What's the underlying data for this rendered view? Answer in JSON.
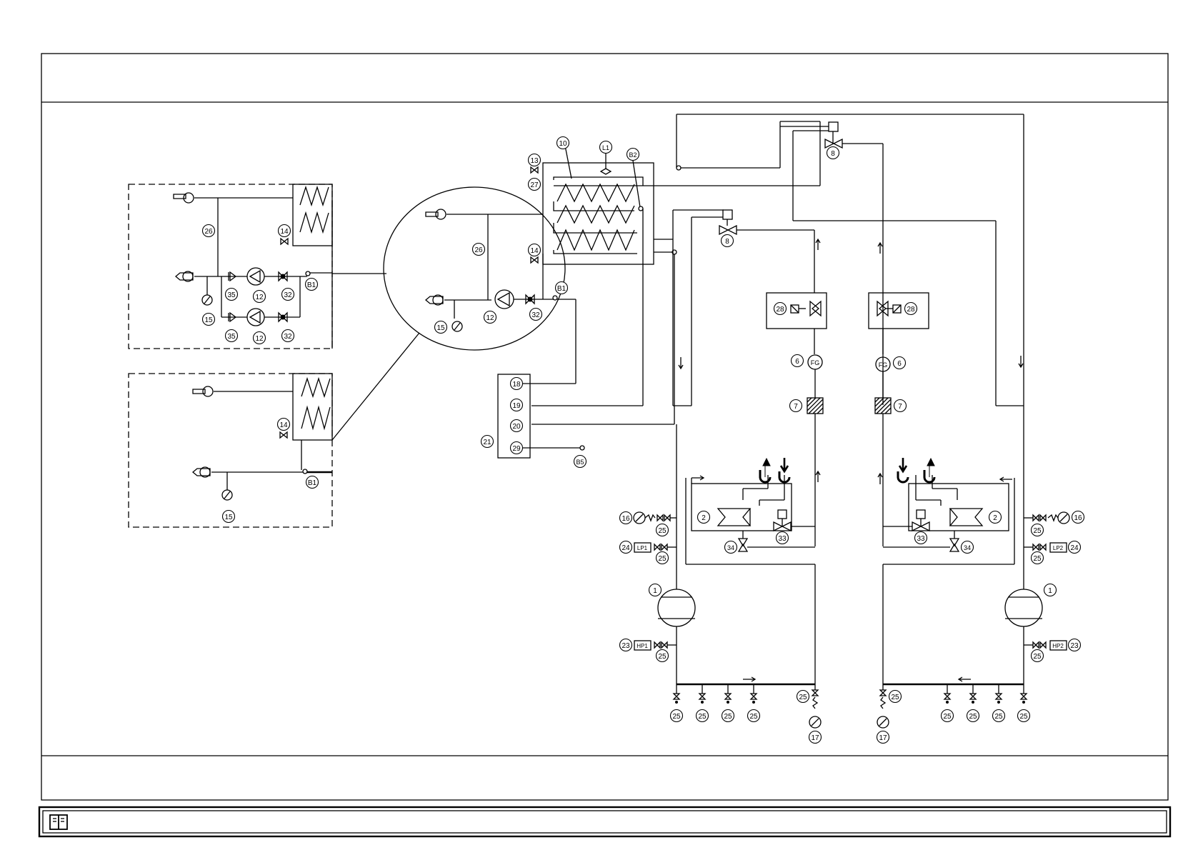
{
  "diagram": {
    "labels": {
      "compressor": "1",
      "evaporator": "2",
      "sight_glass": "6",
      "sight_glass_symbol": "FG",
      "filter": "7",
      "expansion_valve": "8",
      "water_heat_exchanger": "10",
      "liquid_indicator": "L1",
      "pump": "12",
      "vent_valve": "13",
      "drain_valve": "14",
      "manometer": "15",
      "lp_gauge": "16",
      "hp_gauge": "17",
      "terminal_18": "18",
      "terminal_19": "19",
      "terminal_20": "20",
      "controller": "21",
      "hp_switch": "23",
      "lp_switch": "24",
      "service_valve": "25",
      "bypass": "26",
      "antifreeze": "27",
      "solenoid_valve": "28",
      "terminal_29": "29",
      "check_valve_pump": "32",
      "valve_33": "33",
      "valve_34": "34",
      "check_valve": "35",
      "probe_b1": "B1",
      "probe_b2": "B2",
      "probe_b5": "B5",
      "hp1": "HP1",
      "hp2": "HP2",
      "lp1": "LP1",
      "lp2": "LP2"
    }
  },
  "colors": {
    "line": "#000000",
    "background": "#ffffff"
  },
  "icons": {
    "manual": "book-icon"
  }
}
